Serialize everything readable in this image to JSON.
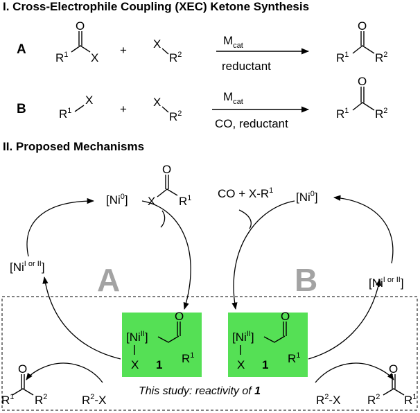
{
  "section1": {
    "title": "I. Cross-Electrophile Coupling (XEC) Ketone Synthesis"
  },
  "section2": {
    "title": "II. Proposed Mechanisms"
  },
  "rxnA": {
    "label": "A",
    "r1": "R",
    "r1sup": "1",
    "x": "X",
    "plus": "+",
    "x2": "X",
    "r2": "R",
    "r2sup": "2",
    "cond_top_main": "M",
    "cond_top_sub": "cat",
    "cond_bottom": "reductant",
    "o": "O",
    "pr1": "R",
    "pr1sup": "1",
    "pr2": "R",
    "pr2sup": "2"
  },
  "rxnB": {
    "label": "B",
    "r1": "R",
    "r1sup": "1",
    "x": "X",
    "plus": "+",
    "x2": "X",
    "r2": "R",
    "r2sup": "2",
    "cond_top_main": "M",
    "cond_top_sub": "cat",
    "cond_bottom": "CO, reductant",
    "o": "O",
    "pr1": "R",
    "pr1sup": "1",
    "pr2": "R",
    "pr2sup": "2"
  },
  "cycleA": {
    "label": "A",
    "ni0": "[Ni",
    "ni0sup": "0",
    "ni0close": "]",
    "acyl_x": "X",
    "acyl_o": "O",
    "acyl_r": "R",
    "acyl_rsup": "1",
    "ni_ox": "[Ni",
    "ni_ox_sup": "I or II",
    "ni_ox_close": "]",
    "prod_o": "O",
    "prod_r1": "R",
    "prod_r1sup": "1",
    "prod_r2": "R",
    "prod_r2sup": "2",
    "r2x": "R",
    "r2x_sup": "2",
    "r2x_tail": "-X"
  },
  "cycleB": {
    "label": "B",
    "co": "CO + X-R",
    "co_sup": "1",
    "ni0": "[Ni",
    "ni0sup": "0",
    "ni0close": "]",
    "ni_ox": "[Ni",
    "ni_ox_sup": "I or II",
    "ni_ox_close": "]",
    "r2x": "R",
    "r2x_sup": "2",
    "r2x_tail": "-X",
    "prod_o": "O",
    "prod_r2": "R",
    "prod_r2sup": "2",
    "prod_r1": "R",
    "prod_r1sup": "1"
  },
  "complex": {
    "ni": "[Ni",
    "ni_sup": "II",
    "ni_close": "]",
    "o": "O",
    "r": "R",
    "r_sup": "1",
    "x": "X",
    "num": "1"
  },
  "study": {
    "text": "This study: reactivity of ",
    "num": "1"
  },
  "colors": {
    "highlight": "#55e055",
    "cycle_label": "#a3a3a3"
  }
}
